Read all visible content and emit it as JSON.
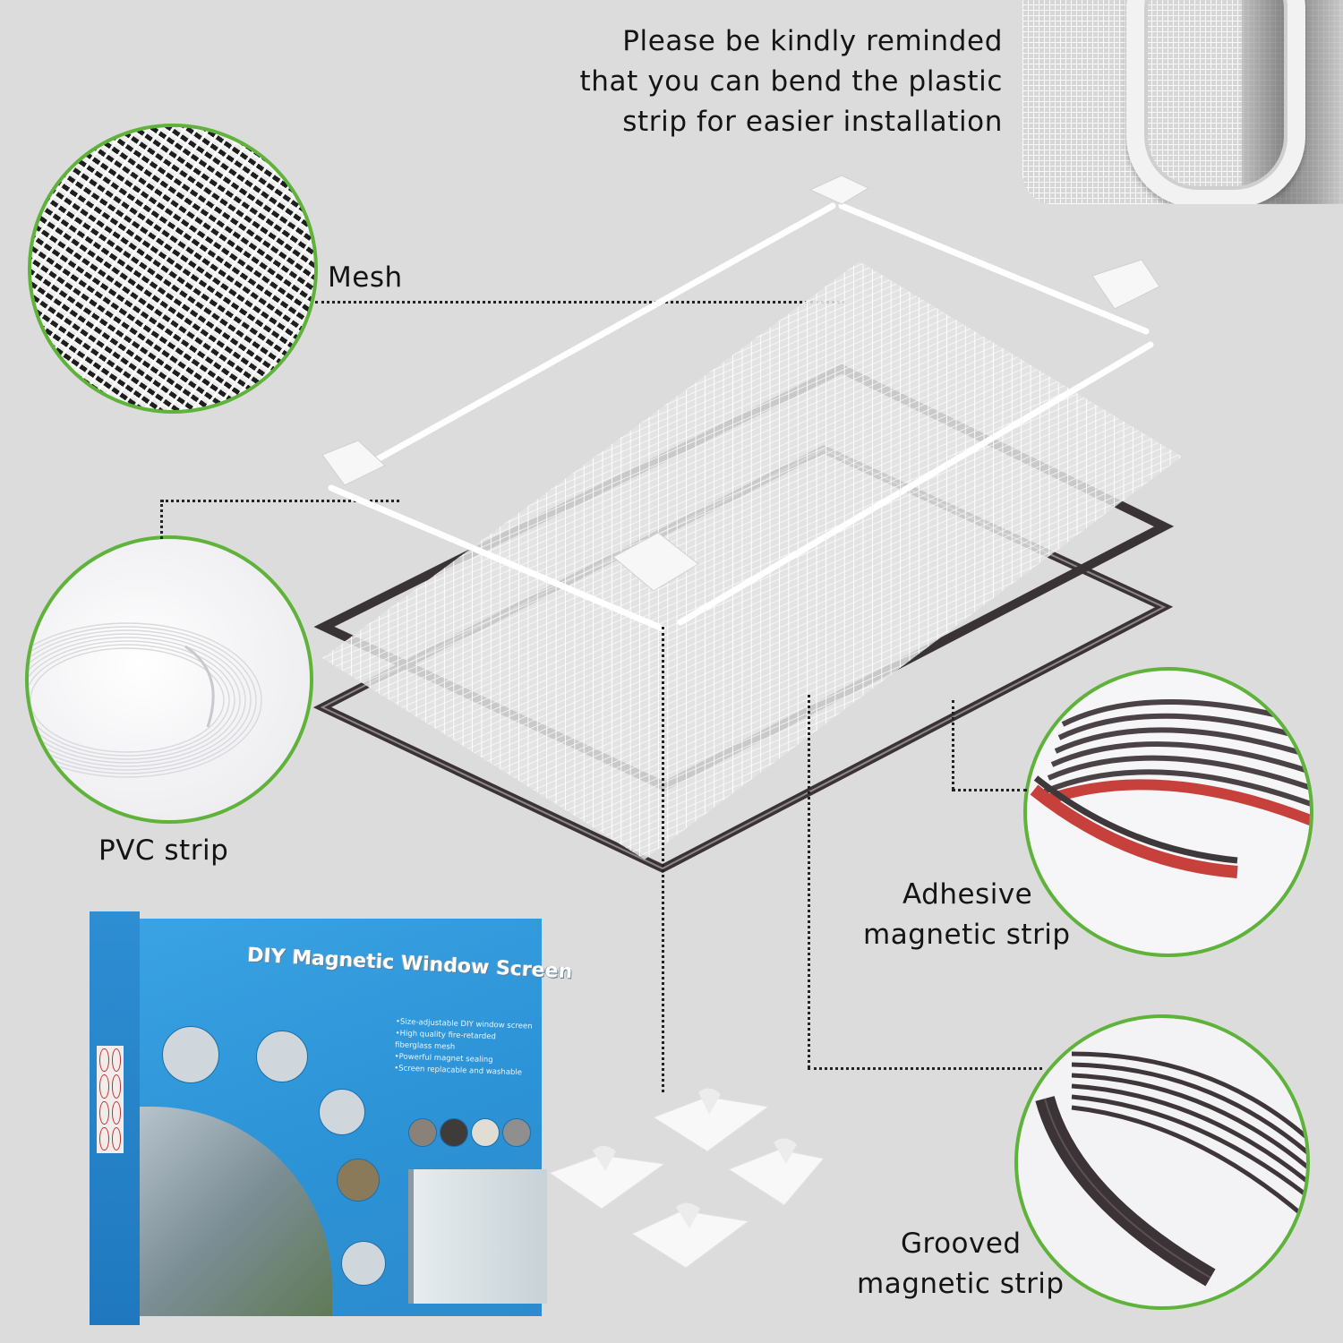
{
  "note": {
    "lines": [
      "Please be kindly reminded",
      "that you can bend the plastic",
      "strip for easier installation"
    ]
  },
  "labels": {
    "mesh": "Mesh",
    "pvc_strip": "PVC strip",
    "adhesive_line1": "Adhesive",
    "adhesive_line2": "magnetic strip",
    "grooved_line1": "Grooved",
    "grooved_line2": "magnetic strip"
  },
  "box": {
    "title": "DIY Magnetic Window Screen",
    "bullets": [
      "•Size-adjustable DIY window screen",
      "•High quality fire-retarded",
      "fiberglass mesh",
      "•Powerful magnet sealing",
      "•Screen replacable and washable"
    ]
  },
  "colors": {
    "background": "#dcdcdc",
    "ring_green": "#5fb33a",
    "box_blue": "#2c93d6",
    "magnet_dark": "#3a3336",
    "adhesive_red": "#c8403c"
  }
}
